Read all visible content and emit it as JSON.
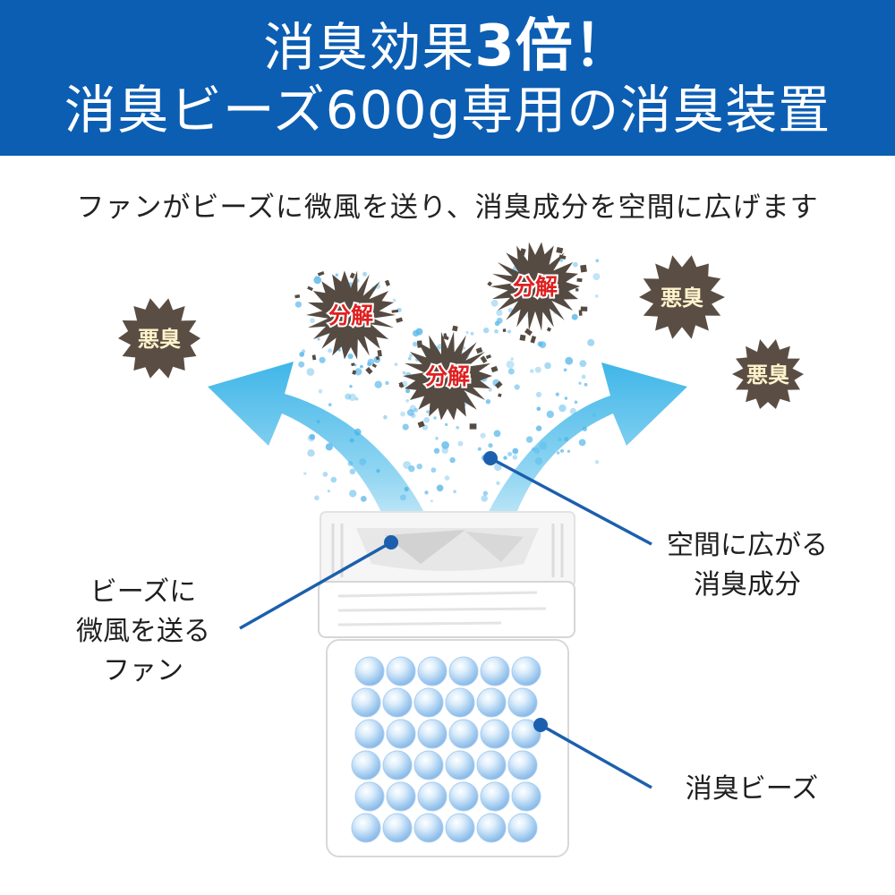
{
  "header": {
    "line1_prefix": "消臭効果",
    "line1_emphasis": "3倍！",
    "line2": "消臭ビーズ600g専用の消臭装置",
    "background_color": "#0c5eb3"
  },
  "subtitle": "ファンがビーズに微風を送り、消臭成分を空間に広げます",
  "odor_blobs": [
    {
      "label": "悪臭"
    },
    {
      "label": "悪臭"
    },
    {
      "label": "悪臭"
    }
  ],
  "decompose_blobs": [
    {
      "label": "分解"
    },
    {
      "label": "分解"
    },
    {
      "label": "分解"
    }
  ],
  "callouts": {
    "fan": [
      "ビーズに",
      "微風を送る",
      "ファン"
    ],
    "spread": [
      "空間に広がる",
      "消臭成分"
    ],
    "beads": [
      "消臭ビーズ"
    ]
  },
  "colors": {
    "odor": "#5a4e44",
    "decompose_text": "#e02020",
    "leader_line": "#1c5fae",
    "arrow": "#3fb6e8"
  }
}
